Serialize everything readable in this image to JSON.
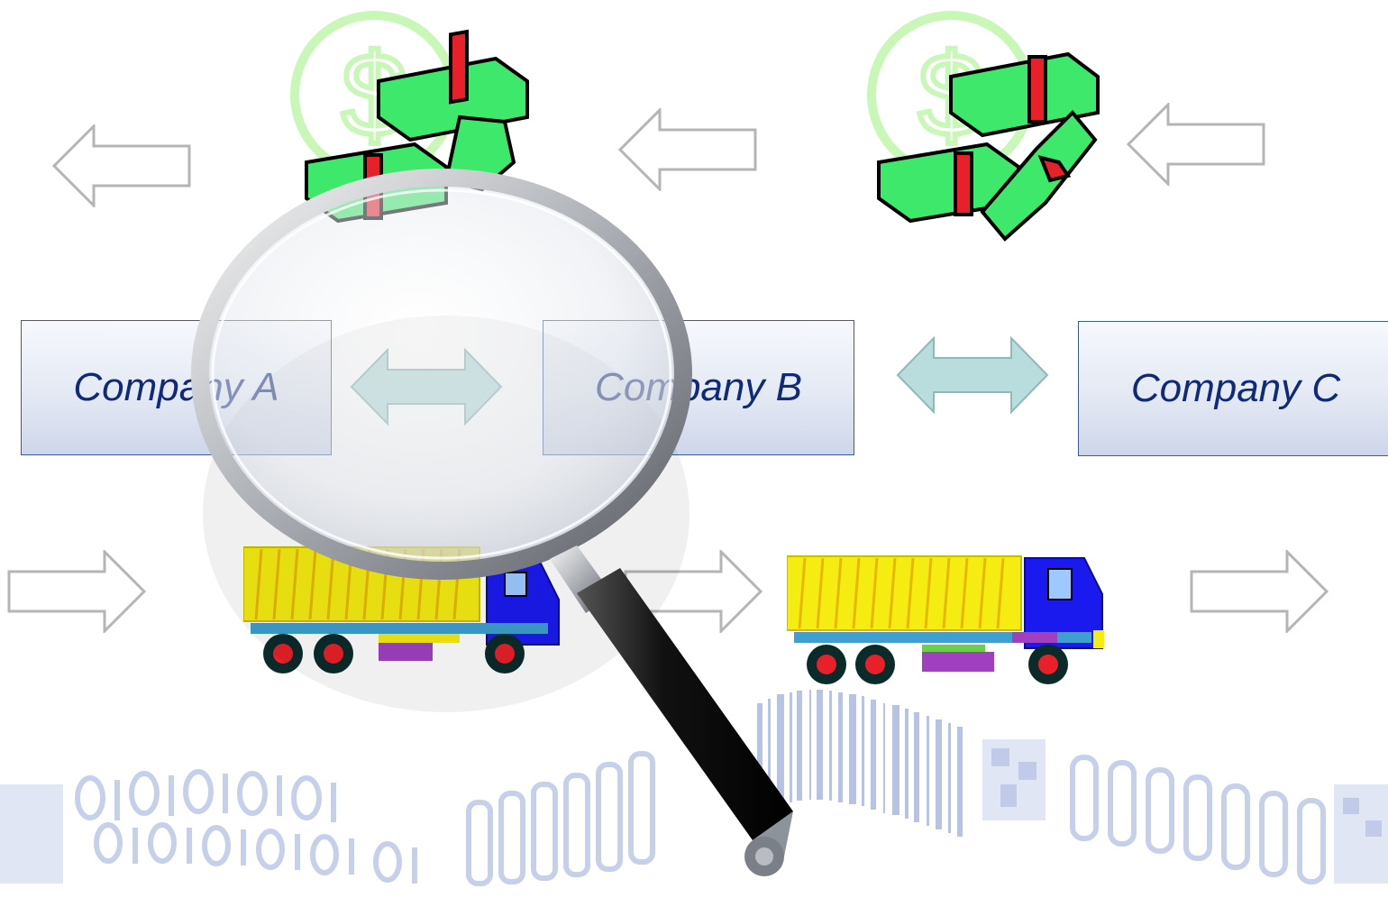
{
  "companies": [
    {
      "name": "Company A"
    },
    {
      "name": "Company B"
    },
    {
      "name": "Company C"
    }
  ],
  "colors": {
    "box_border": "#3a5a99",
    "company_text": "#0e2a78",
    "money_green": "#3ee86b",
    "money_band": "#e8202a",
    "truck_cargo": "#f5ec12",
    "truck_cab": "#1a1aee",
    "arrow_outline": "#b5b5b5",
    "double_arrow_fill": "#b9dcdc",
    "barcode_tint": "#8fa2d8"
  },
  "icons": {
    "money": "money-stack-icon",
    "truck": "truck-icon",
    "magnifier": "magnifying-glass-icon",
    "left_arrow": "arrow-left-icon",
    "right_arrow": "arrow-right-icon",
    "double_arrow": "double-arrow-icon"
  }
}
